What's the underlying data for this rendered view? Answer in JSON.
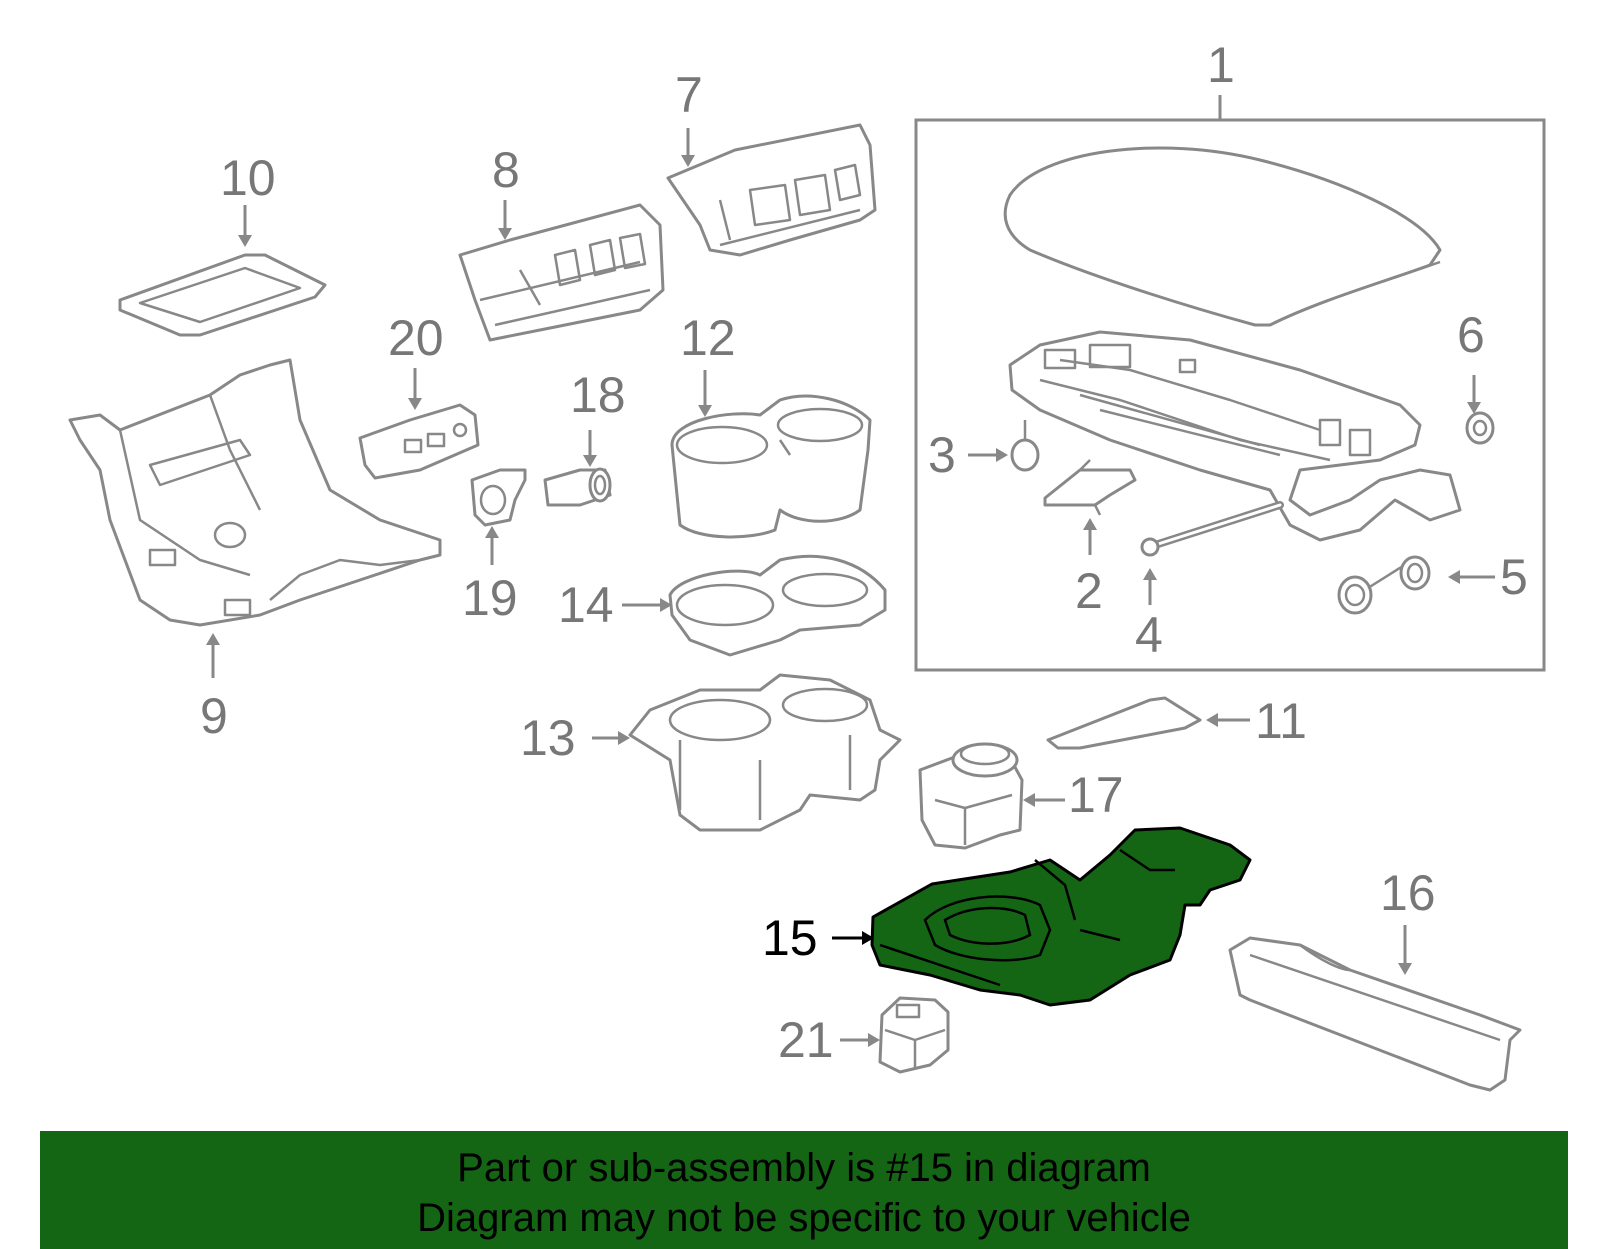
{
  "diagram": {
    "callouts": [
      "1",
      "2",
      "3",
      "4",
      "5",
      "6",
      "7",
      "8",
      "9",
      "10",
      "11",
      "12",
      "13",
      "14",
      "15",
      "16",
      "17",
      "18",
      "19",
      "20",
      "21"
    ],
    "highlighted": "15",
    "colors": {
      "highlight": "#146614",
      "line": "#888888",
      "label": "#777777"
    }
  },
  "banner": {
    "line1": "Part or sub-assembly is #15 in diagram",
    "line2": "Diagram may not be specific to your vehicle"
  }
}
